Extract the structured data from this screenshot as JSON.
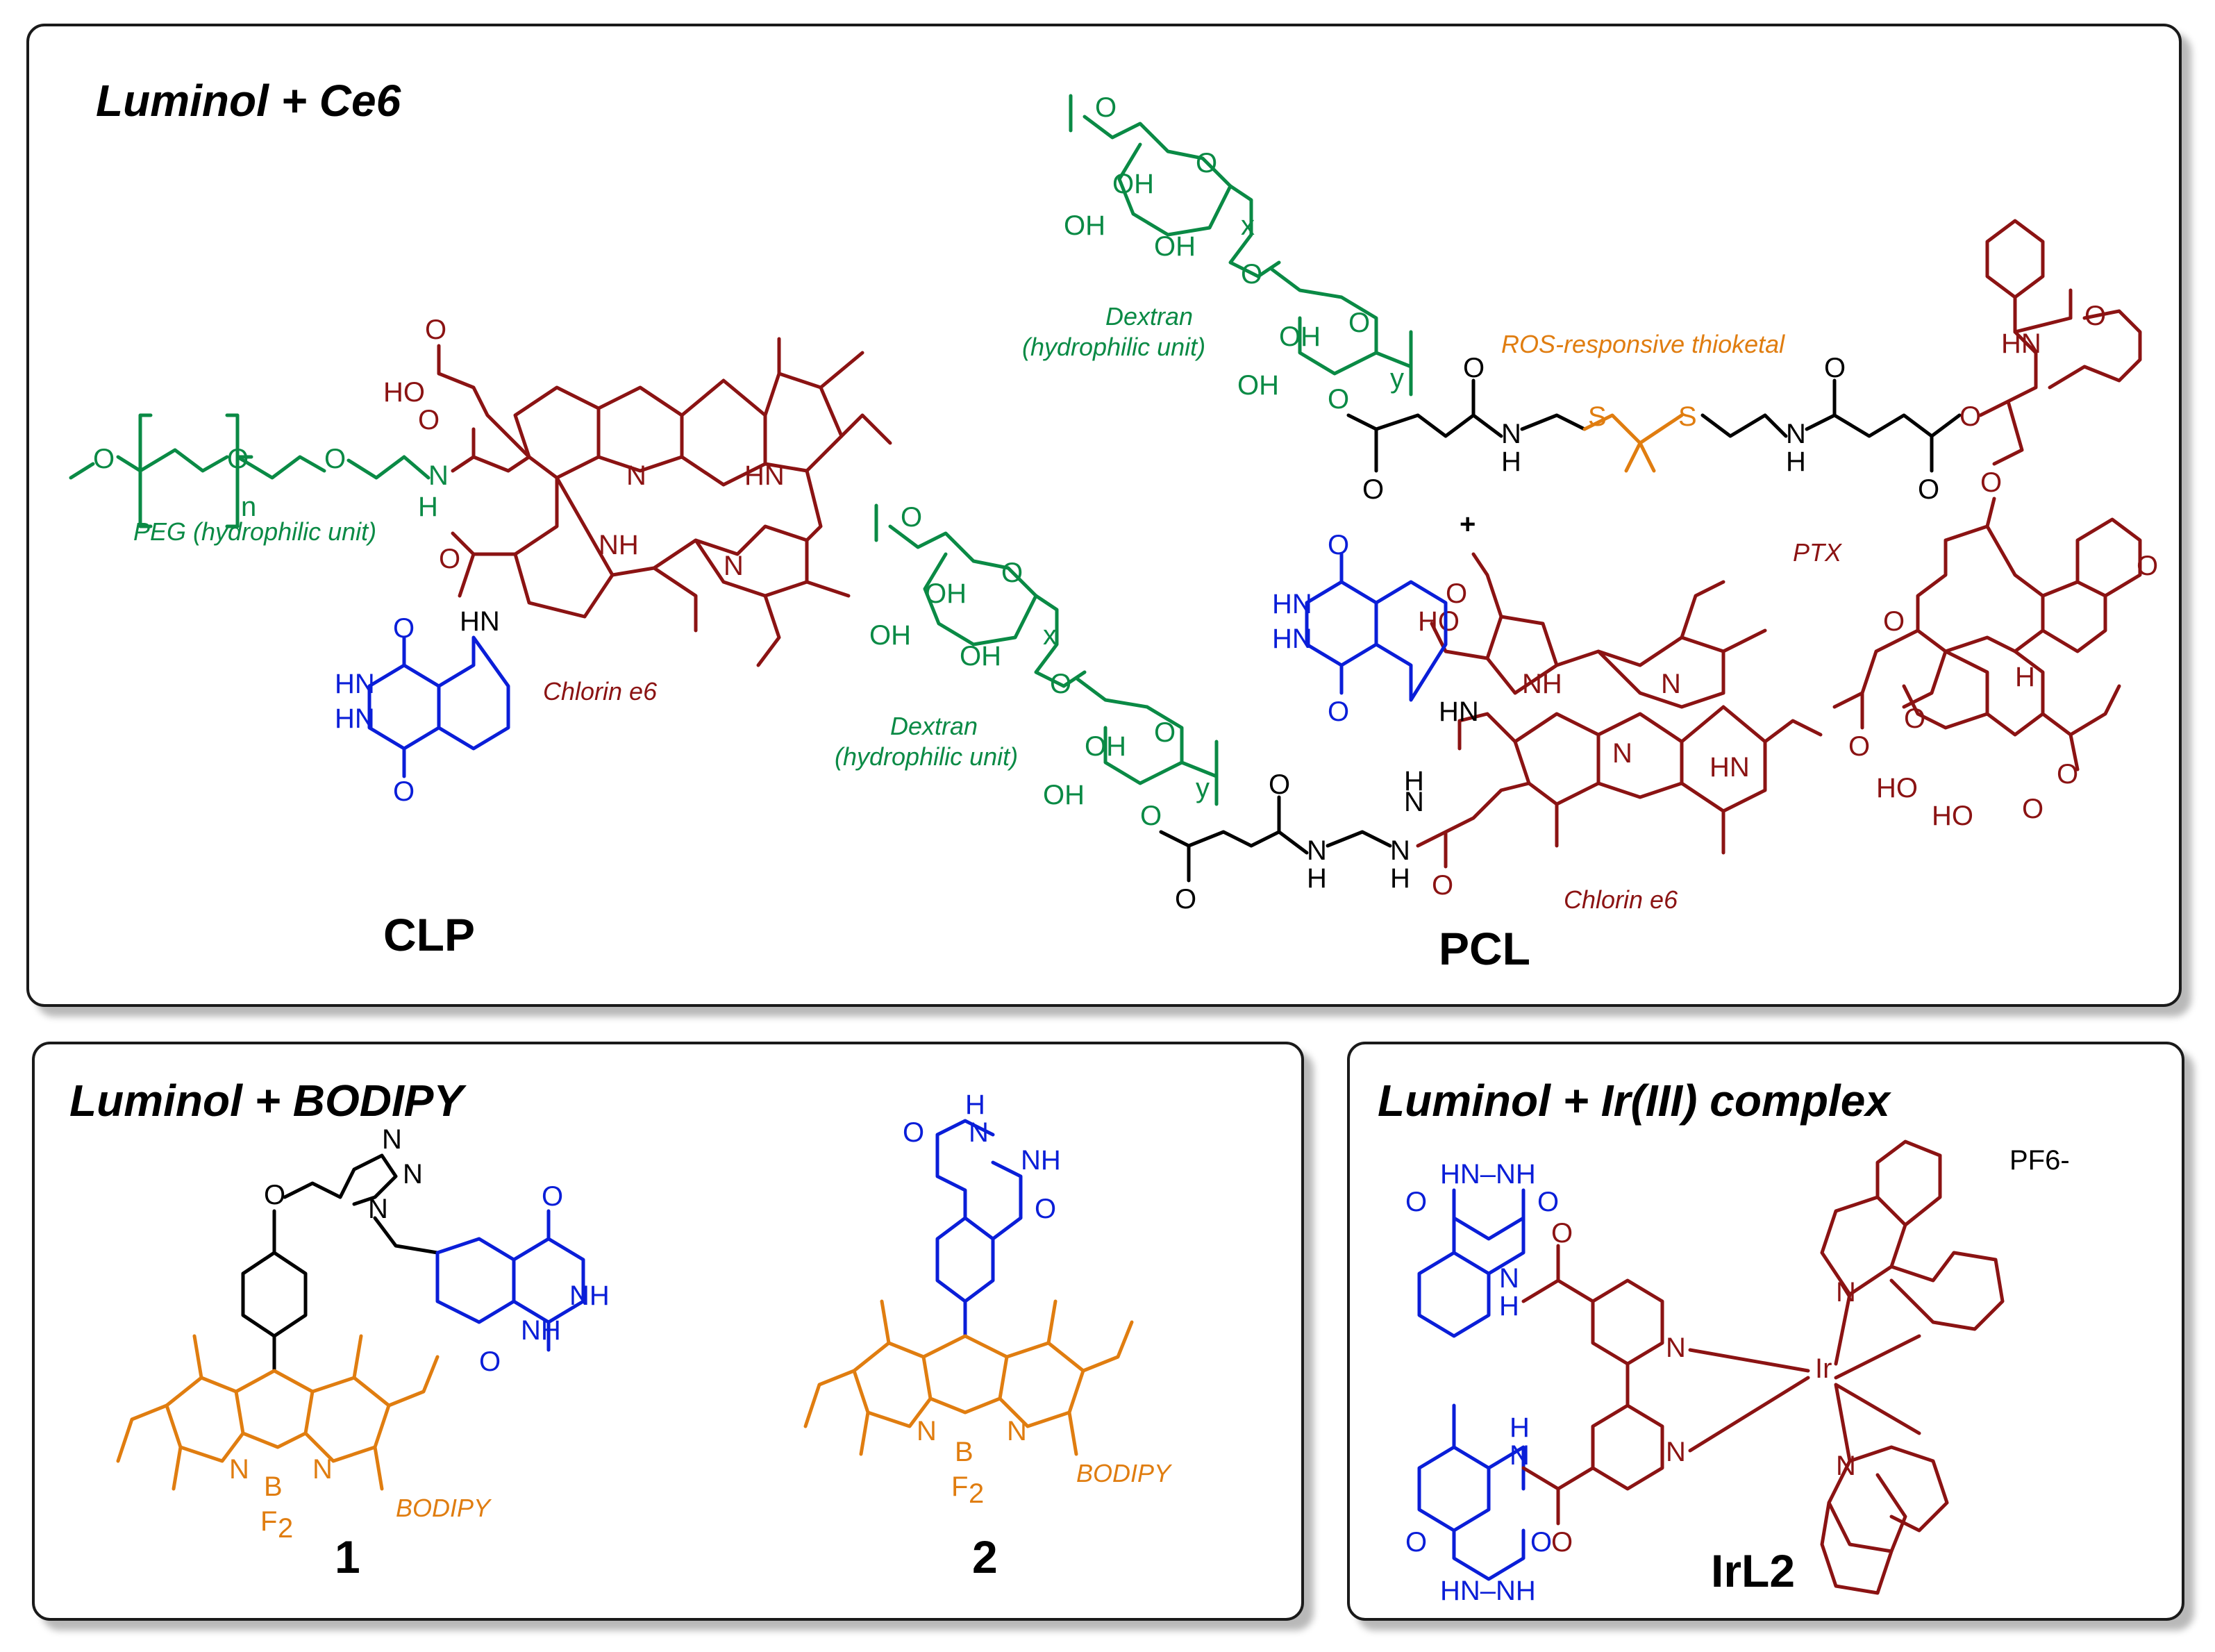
{
  "panels": {
    "top": {
      "title": "Luminol + Ce6",
      "clp_label": "CLP",
      "pcl_label": "PCL",
      "annotations": {
        "peg": "PEG (hydrophilic unit)",
        "chlorin_clp": "Chlorin e6",
        "chlorin_pcl": "Chlorin e6",
        "dextran_1_line1": "Dextran",
        "dextran_1_line2": "(hydrophilic unit)",
        "dextran_2_line1": "Dextran",
        "dextran_2_line2": "(hydrophilic unit)",
        "thioketal": "ROS-responsive thioketal",
        "ptx": "PTX",
        "plus": "+"
      }
    },
    "bodipy": {
      "title": "Luminol + BODIPY",
      "compound_1_label": "1",
      "compound_2_label": "2",
      "bodipy_1": "BODIPY",
      "bodipy_2": "BODIPY"
    },
    "ir": {
      "title": "Luminol + Ir(III) complex",
      "complex_label": "IrL2",
      "counterion": "PF6-"
    }
  },
  "colors": {
    "luminol": "#0a1ed8",
    "chlorin_ptx_ir": "#8b1313",
    "hydrophilic": "#0a8a45",
    "bodipy": "#e07d10",
    "linker": "#000000"
  }
}
